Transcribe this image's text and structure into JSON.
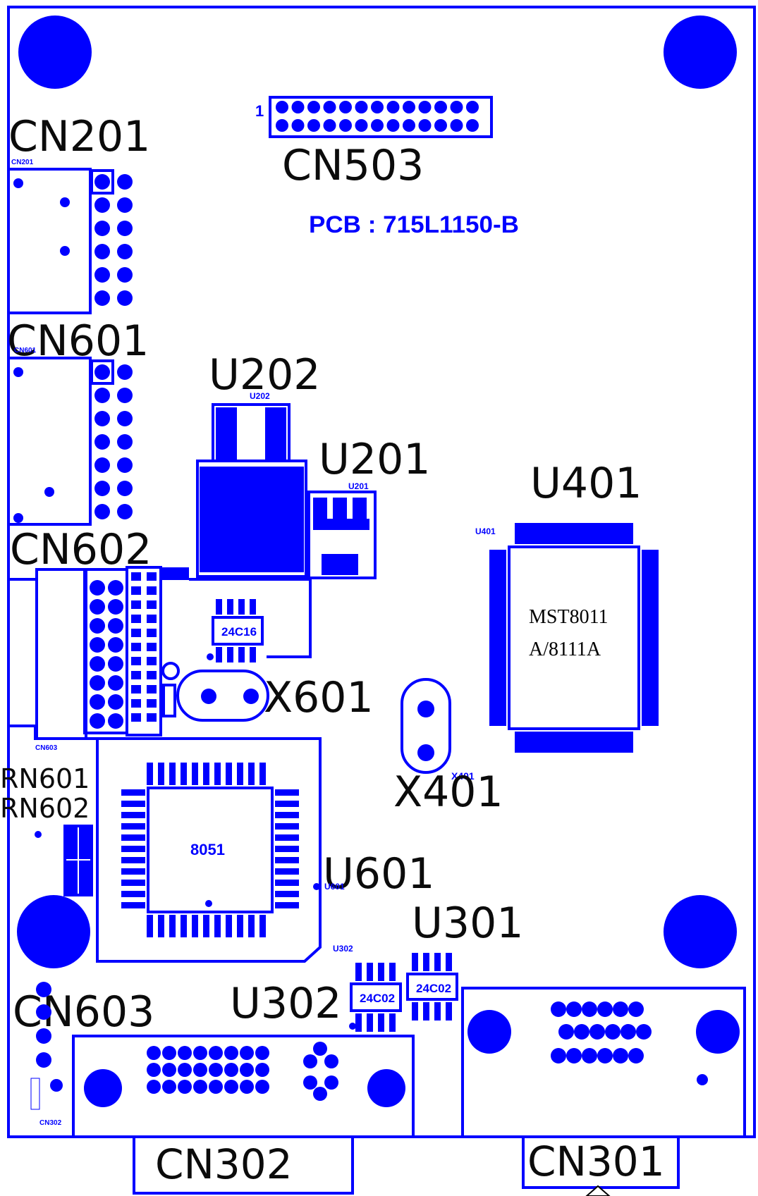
{
  "board": {
    "pcb_number": "PCB : 715L1150-B",
    "pin1_marker": "1"
  },
  "labels": {
    "cn201": "CN201",
    "cn503": "CN503",
    "cn601": "CN601",
    "cn602": "CN602",
    "cn603": "CN603",
    "cn302": "CN302",
    "cn301": "CN301",
    "u202": "U202",
    "u201": "U201",
    "u401": "U401",
    "u601": "U601",
    "u301": "U301",
    "u302": "U302",
    "x601": "X601",
    "x401": "X401",
    "rn601": "RN601",
    "rn602": "RN602"
  },
  "chips": {
    "u401_text_line1": "MST8011",
    "u401_text_line2": "A/8111A",
    "u601_text": "8051",
    "eeprom_24c16": "24C16",
    "eeprom_24c02_a": "24C02",
    "eeprom_24c02_b": "24C02"
  },
  "silkscreen_small": {
    "cn201": "CN201",
    "cn601": "CN601",
    "u202": "U202",
    "u201": "U201",
    "u401": "U401",
    "u601": "U601",
    "u302": "U302",
    "x401": "X401",
    "cn603": "CN603",
    "cn302": "CN302"
  },
  "colors": {
    "trace": "#0000ff",
    "background": "#ffffff"
  }
}
